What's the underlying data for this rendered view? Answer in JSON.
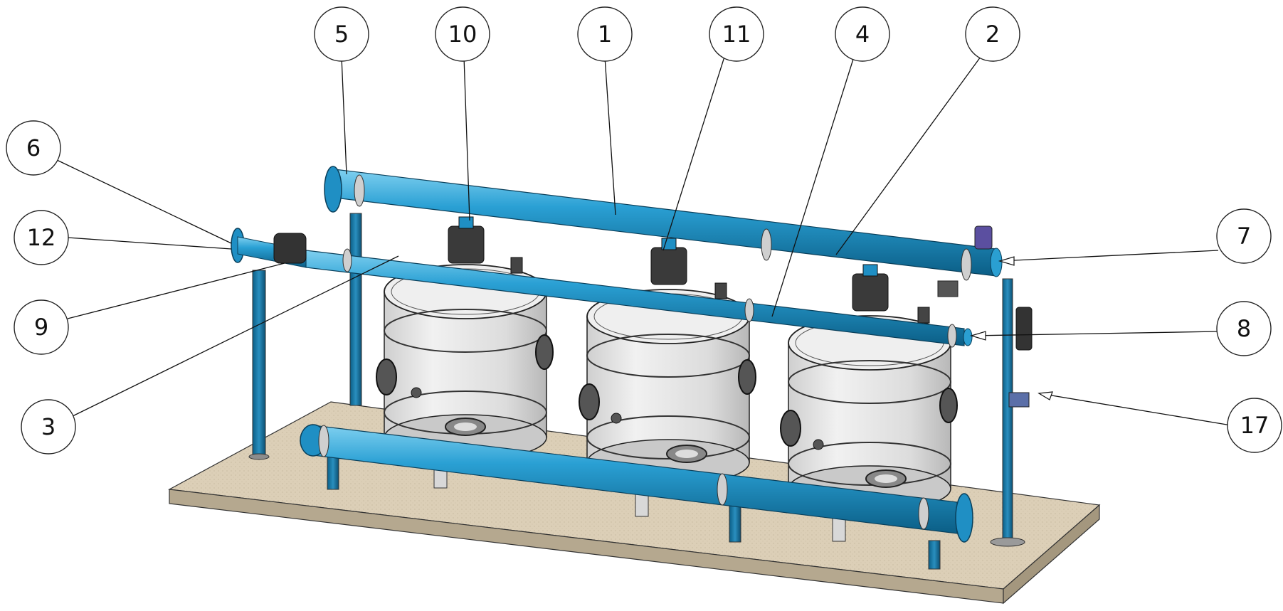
{
  "callouts": [
    {
      "id": "callout-5",
      "label": "5"
    },
    {
      "id": "callout-10",
      "label": "10"
    },
    {
      "id": "callout-1",
      "label": "1"
    },
    {
      "id": "callout-11",
      "label": "11"
    },
    {
      "id": "callout-4",
      "label": "4"
    },
    {
      "id": "callout-2",
      "label": "2"
    },
    {
      "id": "callout-6",
      "label": "6"
    },
    {
      "id": "callout-12",
      "label": "12"
    },
    {
      "id": "callout-7",
      "label": "7"
    },
    {
      "id": "callout-9",
      "label": "9"
    },
    {
      "id": "callout-8",
      "label": "8"
    },
    {
      "id": "callout-3",
      "label": "3"
    },
    {
      "id": "callout-17",
      "label": "17"
    }
  ],
  "colors": {
    "pipe": "#1f8fc4",
    "pipe_dark": "#0d5f88",
    "pipe_light": "#5ec0ea",
    "slab": "#d9cfbd",
    "slab_side": "#b9ad97",
    "tank": "#e6e6e6",
    "tank_shade": "#bdbdbd",
    "valve": "#333333",
    "coupling": "#cfcfcf",
    "handle_purple": "#5b4fa0"
  }
}
